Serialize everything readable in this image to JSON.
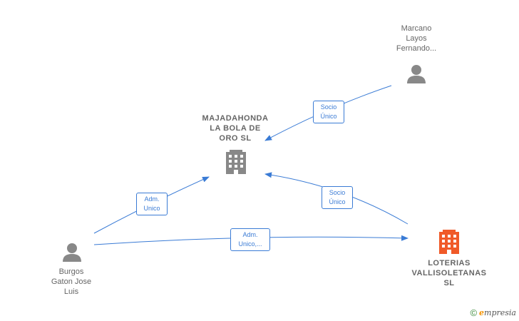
{
  "nodes": {
    "marcano": {
      "label": "Marcano\nLayos\nFernando...",
      "type": "person"
    },
    "majadahonda": {
      "label": "MAJADAHONDA\nLA BOLA DE\nORO  SL",
      "type": "company",
      "color": "#888888"
    },
    "burgos": {
      "label": "Burgos\nGaton Jose\nLuis",
      "type": "person"
    },
    "loterias": {
      "label": "LOTERIAS\nVALLISOLETANAS\nSL",
      "type": "company",
      "color": "#f05a28"
    }
  },
  "edges": {
    "marcano_majadahonda": {
      "label": "Socio\nÚnico"
    },
    "burgos_majadahonda": {
      "label": "Adm.\nUnico"
    },
    "loterias_majadahonda": {
      "label": "Socio\nÚnico"
    },
    "burgos_loterias": {
      "label": "Adm.\nUnico,..."
    }
  },
  "colors": {
    "edge": "#3a7bd5",
    "person": "#888888",
    "label_text": "#666666"
  },
  "footer": {
    "copyright_symbol": "©",
    "brand_initial": "e",
    "brand_rest": "mpresia"
  }
}
